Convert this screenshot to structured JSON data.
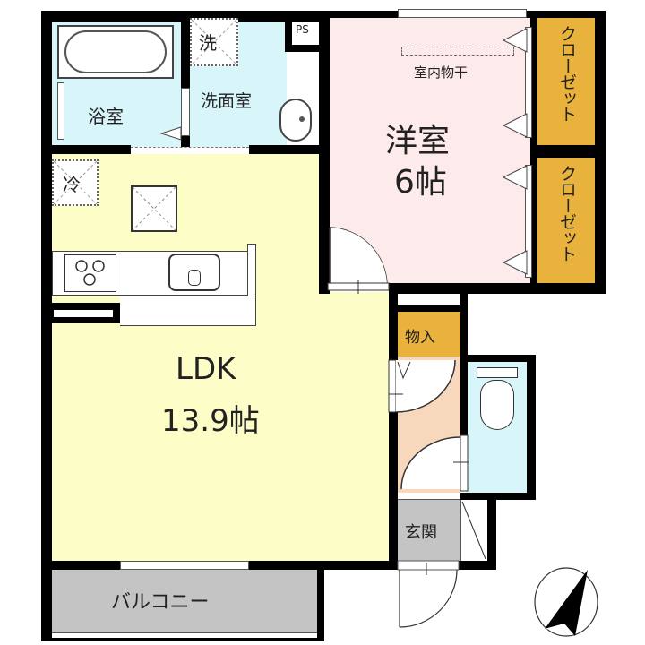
{
  "floor_plan": {
    "colors": {
      "wall": "#000000",
      "bath_wet": "#d8f6fa",
      "western_room": "#fdeaea",
      "ldk": "#fdfdc8",
      "closet": "#e8b23c",
      "storage": "#e8b23c",
      "entrance_hall": "#f8d8bc",
      "genkan": "#c4c4c4",
      "balcony": "#c4c4c4",
      "toilet": "#d8f6fa"
    },
    "rooms": {
      "bathroom": {
        "label": "浴室"
      },
      "washroom": {
        "label": "洗面室"
      },
      "washer_space": {
        "label": "洗"
      },
      "pipe_space": {
        "label": "PS"
      },
      "western_room": {
        "label": "洋室",
        "size": "6帖"
      },
      "indoor_drying": {
        "label": "室内物干"
      },
      "closet_1": {
        "label": "クローゼット"
      },
      "closet_2": {
        "label": "クローゼット"
      },
      "fridge_space": {
        "label": "冷"
      },
      "ldk": {
        "label": "LDK",
        "size": "13.9帖"
      },
      "storage": {
        "label": "物入"
      },
      "genkan": {
        "label": "玄関"
      },
      "balcony": {
        "label": "バルコニー"
      }
    },
    "compass": {
      "icon": "north-arrow-icon"
    }
  }
}
